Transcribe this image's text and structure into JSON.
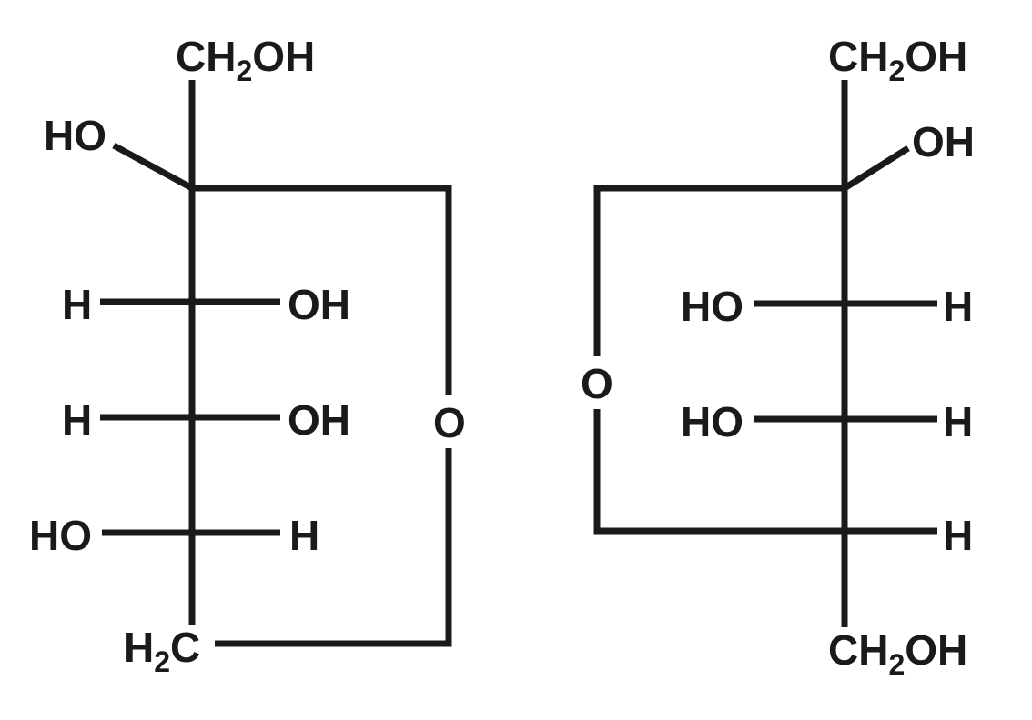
{
  "colors": {
    "ink": "#1a1a1a",
    "background": "#ffffff"
  },
  "left_structure": {
    "top_group": {
      "main": "CH",
      "sub": "2",
      "tail": "OH"
    },
    "c2_left": "HO",
    "c3_left": "H",
    "c3_right": "OH",
    "c4_left": "H",
    "c4_right": "OH",
    "c5_left": "HO",
    "c5_right": "H",
    "bottom_group": {
      "main": "H",
      "sub": "2",
      "tail": "C"
    },
    "ring_oxygen": "O"
  },
  "right_structure": {
    "top_group": {
      "main": "CH",
      "sub": "2",
      "tail": "OH"
    },
    "c2_right": "OH",
    "c3_left": "HO",
    "c3_right": "H",
    "c4_left": "HO",
    "c4_right": "H",
    "c5_right": "H",
    "bottom_group": {
      "main": "CH",
      "sub": "2",
      "tail": "OH"
    },
    "ring_oxygen": "O"
  }
}
